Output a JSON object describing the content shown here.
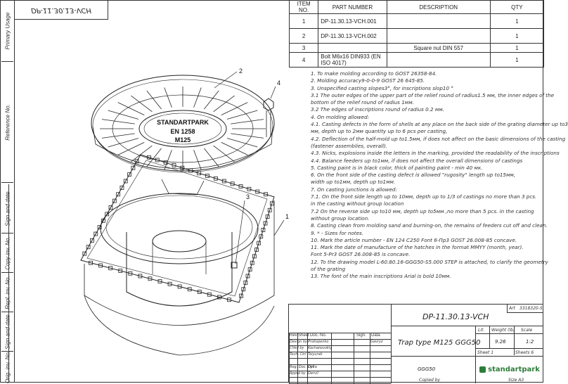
{
  "top_left_code": "DP-11.30.13-VCH",
  "side_labels": [
    "Primary Usage",
    "Reference No.",
    "Sign and date",
    "Copy inv. No.",
    "Repl. inv. No.",
    "Sign and date",
    "Orig. inv. No."
  ],
  "bom": {
    "headers": [
      "ITEM NO.",
      "PART NUMBER",
      "DESCRIPTION",
      "QTY"
    ],
    "rows": [
      {
        "item": "1",
        "part": "DP-11.30.13-VCH.001",
        "desc": "",
        "qty": "1"
      },
      {
        "item": "2",
        "part": "DP-11.30.13-VCH.002",
        "desc": "",
        "qty": "1"
      },
      {
        "item": "3",
        "part": "",
        "desc": "Square nut DIN 557",
        "qty": "1"
      },
      {
        "item": "4",
        "part": "Bolt M6x16 DIN933 (EN ISO 4017)",
        "desc": "",
        "qty": "1"
      }
    ]
  },
  "notes": [
    "1.  To make molding according to GOST 26358-84.",
    "2. Molding accuracy9-0-0-9 GOST 26 645-85.",
    "3. Unspecified casting slopes3°, for inscriptions slop10 °",
    "3.1  The outer edges of the upper part of the relief round of radius1.5 мм, the inner edges of the",
    "      bottom of the relief round of radius 1мм.",
    "3.2   The edges of inscriptions round of radius  0.2 мм.",
    "4.  On molding allowed:",
    "4.1. Casting defects in the form of shells at any place on the back side of the grating diameter up to3",
    "мм, depth up to 2мм quantity up to 6 pcs per  casting,",
    "4.2. Deflection of the half-mold up to1.5мм, if does not affect on the basic dimensions of the casting",
    "  (fastener assemblies, overall).",
    "4.3. Nicks, explosions inside the letters in the marking, provided the readability of the inscriptions",
    "4.4. Balance feeders up to1мм, if does not affect the overall dimensions of castings",
    "5. Casting paint is in black color, thick of painting paint - min 40 мк.",
    "6. On the front side of the casting defect is allowed \"rugosity\" length up to15мм,",
    "  width up to1мм,  depth up to1мм.",
    "7.  On casting junctions is allowed:",
    "7.1.  On the front side length up to  10мм,  depth up to 1/3  of  castings no more than 3 pcs.",
    "   in the casting without group location",
    "7.2  On the reverse side up to10 мм,  depth up to5мм ,no more than 5 pcs. in the casting",
    "   without group location.",
    "8.  Casting clean from molding sand and burning-on, the remains of feeders cut off and clean.",
    "9. * -  Sizes for notes.",
    "10. Mark the article number - EN 124 C250 Font 6-Пр3 GOST 26.008-85 concave.",
    "11. Mark the date of manufacture of the hatches in the format MMYY (month, year).",
    "   Font 5-Pr3 GOST 26.008-85 is concave.",
    "12. To the drawing model L-60.80.16-GGG50-S5.000 STEP is attached, to clarify the geometry",
    "   of the grating",
    "13. The font of the main inscriptions Arial is bold 10мм."
  ],
  "callouts": [
    "2",
    "4",
    "3",
    "1"
  ],
  "grate_text": {
    "brand": "STANDARTPARK",
    "std": "EN 1258",
    "cls": "M125"
  },
  "title_block": {
    "code": "DP-11.30.13-VCH",
    "art": "Art",
    "art_value": "3318320-5",
    "name": "Trap type M125 GGG50",
    "material": "GGG50",
    "lit_label": "Lit.",
    "weight_label": "Weight (lb)",
    "scale_label": "Scale",
    "weight": "9.26",
    "scale": "1:2",
    "sheet": "Sheet 1",
    "sheets": "Sheets 6",
    "rev_headers": [
      "Rev",
      "Sheet",
      "Doc. No.",
      "Sign.",
      "Data"
    ],
    "roles": [
      "Design by",
      "Chkd by",
      "Tech. Ctrl",
      "",
      "Reg. Doc. Ctrl",
      "Apprd by"
    ],
    "people": [
      "Prokopenko",
      "Kochanovskiy",
      "Tsiyurak",
      "",
      "Dyka",
      "Dervil"
    ],
    "dates": [
      "Gavryz",
      "",
      "",
      "",
      "",
      ""
    ],
    "logo": "standartpark",
    "copied_by": "Copied by",
    "size": "Size A3"
  }
}
